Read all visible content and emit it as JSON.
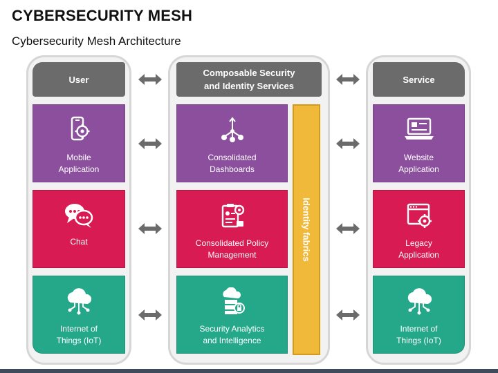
{
  "title": "CYBERSECURITY MESH",
  "subtitle": "Cybersecurity Mesh Architecture",
  "columns": {
    "user": {
      "header": "User",
      "cards": [
        {
          "label": "Mobile\nApplication",
          "icon": "mobile-gear-icon",
          "color": "#8b4f9e"
        },
        {
          "label": "Chat",
          "icon": "chat-bubbles-icon",
          "color": "#d81b52"
        },
        {
          "label": "Internet of\nThings (IoT)",
          "icon": "cloud-network-icon",
          "color": "#24a889"
        }
      ]
    },
    "middle": {
      "header": "Composable Security\nand Identity Services",
      "cards": [
        {
          "label": "Consolidated\nDashboards",
          "icon": "share-nodes-icon",
          "color": "#8b4f9e"
        },
        {
          "label": "Consolidated Policy\nManagement",
          "icon": "policy-document-icon",
          "color": "#d81b52"
        },
        {
          "label": "Security Analytics\nand Intelligence",
          "icon": "cloud-server-lock-icon",
          "color": "#24a889"
        }
      ],
      "fabric_label": "Identity fabrics",
      "fabric_color": "#f0b93a"
    },
    "service": {
      "header": "Service",
      "cards": [
        {
          "label": "Website\nApplication",
          "icon": "laptop-icon",
          "color": "#8b4f9e"
        },
        {
          "label": "Legacy\nApplication",
          "icon": "browser-gear-icon",
          "color": "#d81b52"
        },
        {
          "label": "Internet of\nThings (IoT)",
          "icon": "cloud-network-icon",
          "color": "#24a889"
        }
      ]
    }
  },
  "colors": {
    "header_bg": "#6b6b6b",
    "panel_bg": "#f2f2f2",
    "arrow": "#6b6b6b",
    "footer_bar": "#3d4b5a"
  }
}
